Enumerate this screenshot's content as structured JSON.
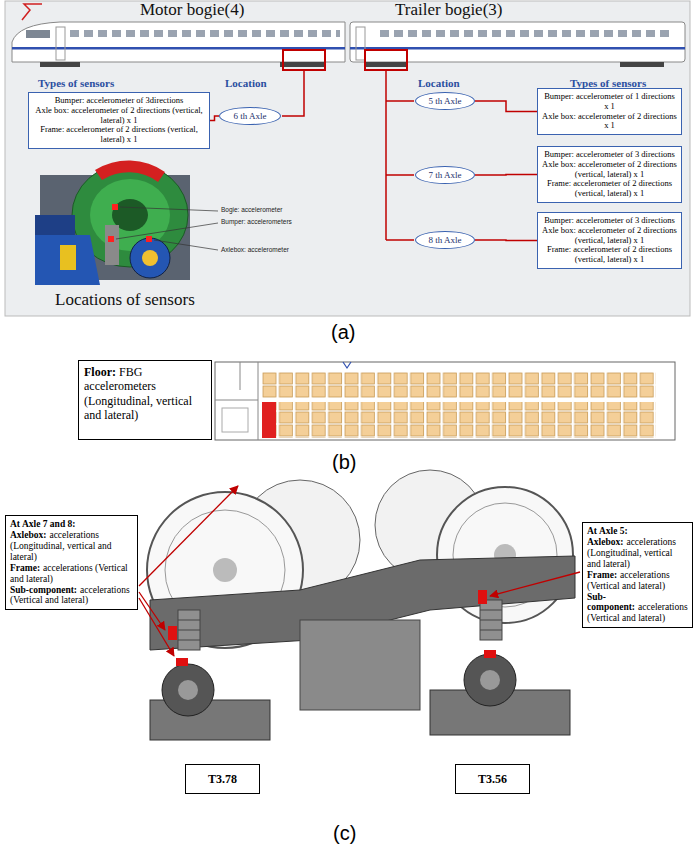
{
  "diagram": {
    "nodes": [
      {
        "text": [
          "Bumper: accelerometer of 3directions",
          "Axle box: accelerometer of 2 directions (vertical, lateral) x 1",
          "Frame: accelerometer of 2 directions (vertical, lateral) x 1"
        ]
      },
      {
        "text": [
          "6 th Axle"
        ]
      },
      {
        "text": [
          "5 th Axle"
        ]
      },
      {
        "text": [
          "Bumper: accelerometer of 1 directions x 1",
          "Axle box: accelerometer of 2 directions x 1"
        ]
      },
      {
        "text": [
          "7 th Axle"
        ]
      },
      {
        "text": [
          "Bumper: accelerometer of 3 directions",
          "Axle box: accelerometer of 2 directions (vertical, lateral) x 1",
          "Frame: accelerometer of 2 directions (vertical, lateral) x 1"
        ]
      },
      {
        "text": [
          "8 th Axle"
        ]
      },
      {
        "text": [
          "Bumper: accelerometer of 3 directions",
          "Axle box: accelerometer of 2 directions (vertical, lateral) x 1",
          "Frame: accelerometer of 2 directions (vertical, lateral) x 1"
        ]
      },
      {
        "text": [
          "Floor:",
          "FBG accelerometers (Longitudinal, vertical and lateral)"
        ]
      },
      {
        "text": [
          "At Axle 7 and 8:",
          "Axlebox:",
          "accelerations (Longitudinal, vertical and lateral)",
          "Frame:",
          "accelerations (Vertical and lateral)",
          "Sub-component:",
          "accelerations (Vertical and lateral)"
        ]
      },
      {
        "text": [
          "At Axle 5:",
          "Axlebox:",
          "accelerations (Longitudinal, vertical and lateral)",
          "Frame:",
          "accelerations (Vertical and lateral)",
          "Sub-component:",
          "accelerations (Vertical and lateral)"
        ]
      },
      {
        "text": [
          "T3.78"
        ]
      },
      {
        "text": [
          "T3.56"
        ]
      }
    ],
    "edges": [
      {
        "from": 1,
        "to": 0,
        "arrow": "none"
      },
      {
        "from": 2,
        "to": 3,
        "arrow": "none"
      },
      {
        "from": 4,
        "to": 5,
        "arrow": "none"
      },
      {
        "from": 6,
        "to": 7,
        "arrow": "none"
      }
    ],
    "labels": [
      "Motor bogie(4)",
      "Trailer bogie(3)",
      "Types of sensors",
      "Location",
      "Location",
      "Types of sensors",
      "Bogie: accelerometer",
      "Bumper: accelerometers",
      "Axlebox: accelerometer",
      "Locations of sensors",
      "(a)",
      "(b)",
      "(c)"
    ]
  }
}
